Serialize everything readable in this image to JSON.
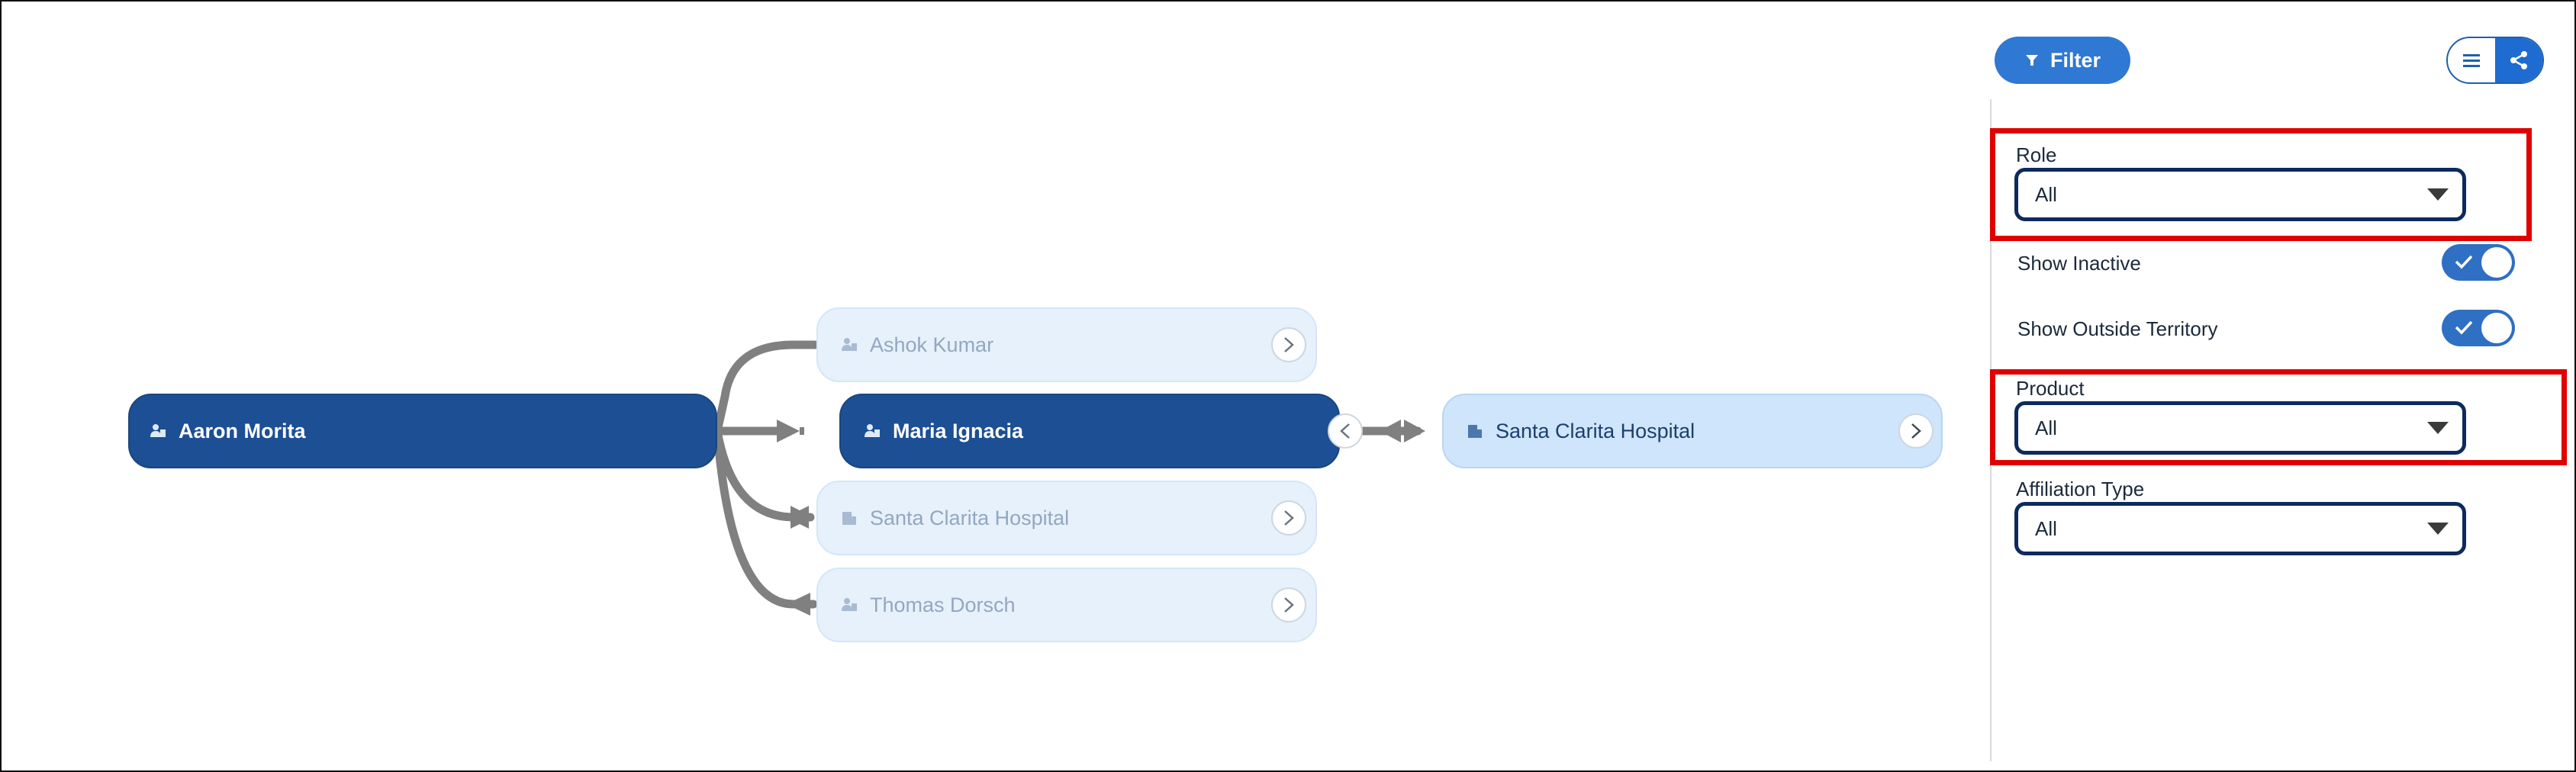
{
  "graph": {
    "root": {
      "label": "Aaron Morita"
    },
    "children": [
      {
        "label": "Ashok Kumar"
      },
      {
        "label": "Maria Ignacia"
      },
      {
        "label": "Santa Clarita Hospital"
      },
      {
        "label": "Thomas Dorsch"
      }
    ],
    "expanded": {
      "label": "Santa Clarita Hospital"
    }
  },
  "toolbar": {
    "filter_label": "Filter"
  },
  "filters": {
    "role": {
      "label": "Role",
      "value": "All"
    },
    "show_inactive": {
      "label": "Show Inactive",
      "checked": true
    },
    "show_outside_territory": {
      "label": "Show Outside Territory",
      "checked": true
    },
    "product": {
      "label": "Product",
      "value": "All"
    },
    "affiliation_type": {
      "label": "Affiliation Type",
      "value": "All"
    }
  },
  "colors": {
    "accent": "#2f78d3",
    "node_dark": "#1c4f94",
    "node_light": "#cfe5fb",
    "node_faded": "#e6f1fc",
    "connector": "#808080",
    "highlight": "#e00000",
    "select_border": "#0d2a5c"
  },
  "icons": [
    "person-account-icon",
    "chevron-right-icon",
    "chevron-left-icon",
    "filter-icon",
    "list-icon",
    "share-icon",
    "check-icon",
    "caret-down-icon"
  ]
}
